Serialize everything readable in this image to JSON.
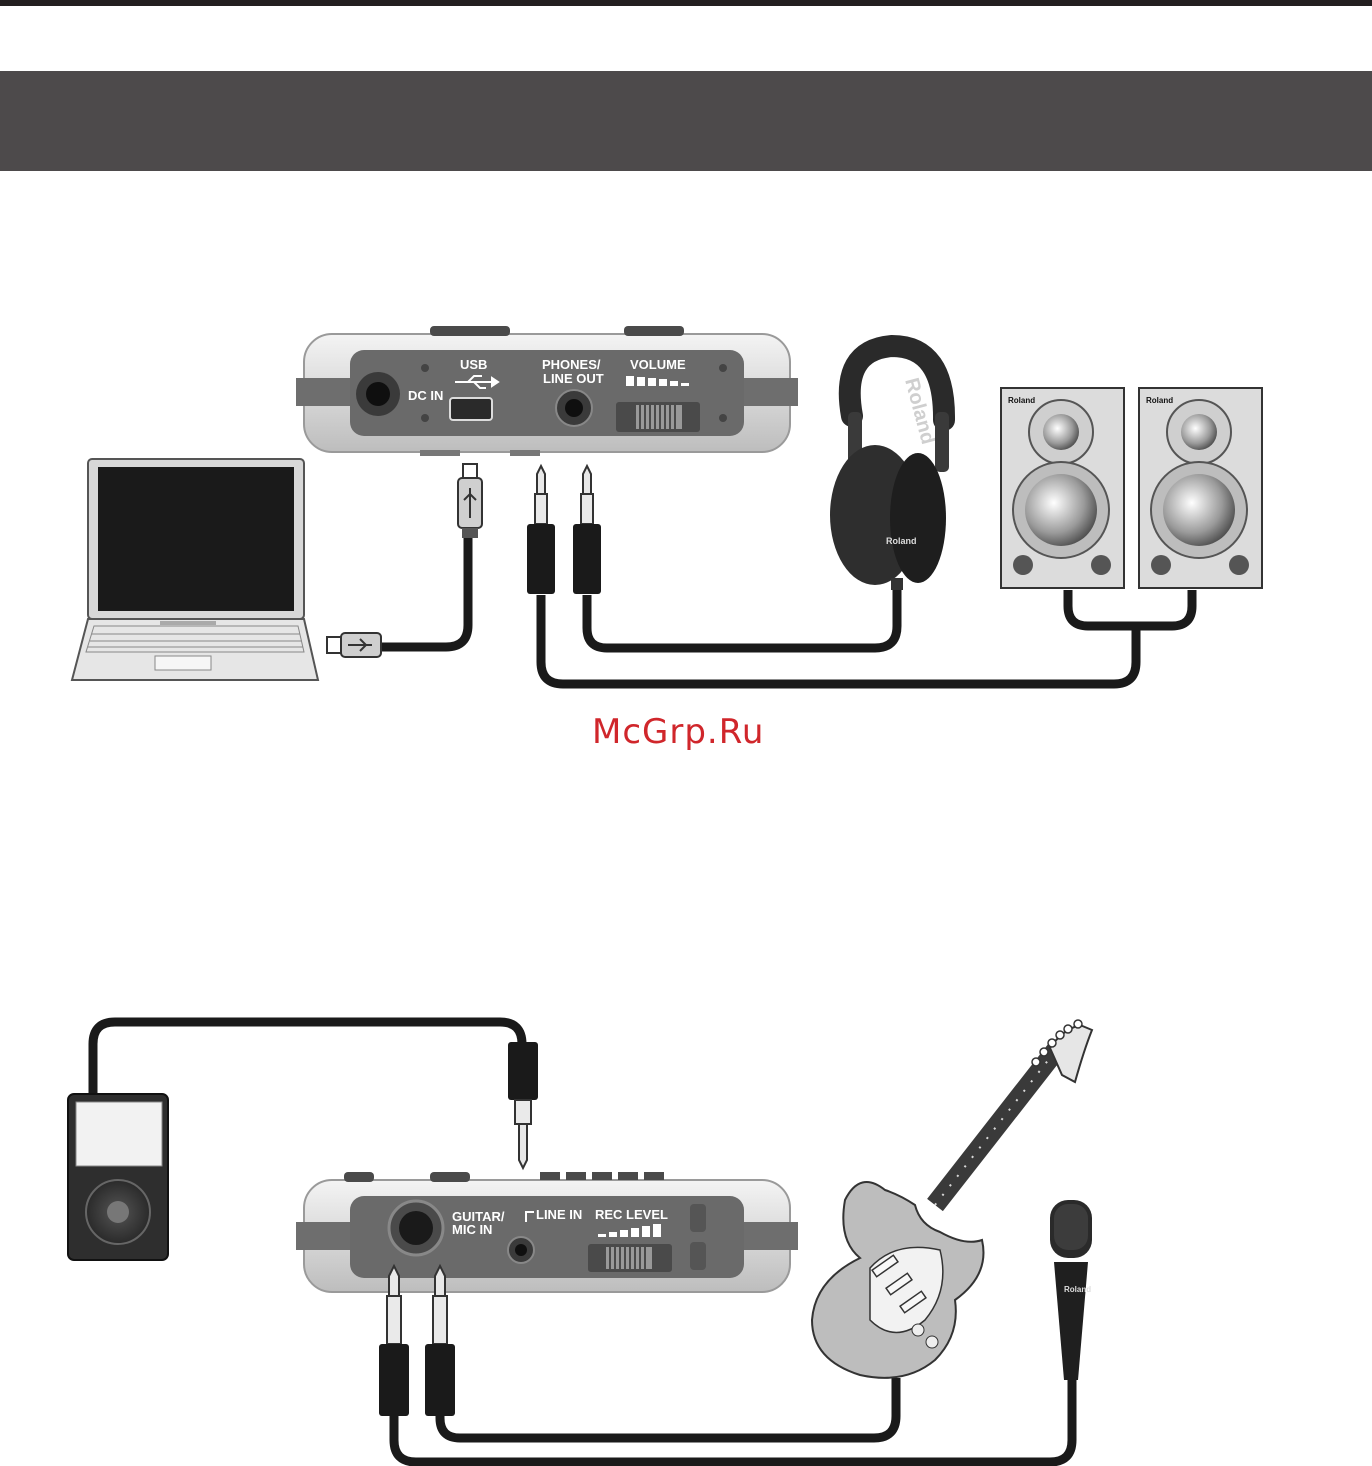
{
  "watermark": "McGrp.Ru",
  "diagram1": {
    "device_labels": {
      "dc_in": "DC IN",
      "usb": "USB",
      "phones_line_1": "PHONES/",
      "phones_line_2": "LINE OUT",
      "volume": "VOLUME"
    },
    "headphone_brand": "Roland",
    "speaker_brand": "Roland"
  },
  "diagram2": {
    "device_labels": {
      "guitar_mic_1": "GUITAR/",
      "guitar_mic_2": "MIC IN",
      "line_in": "LINE IN",
      "rec_level": "REC LEVEL"
    },
    "mic_brand": "Roland"
  },
  "colors": {
    "title_bar": "#4d4a4b",
    "cable": "#1a1a1a",
    "watermark": "#d0262b"
  }
}
